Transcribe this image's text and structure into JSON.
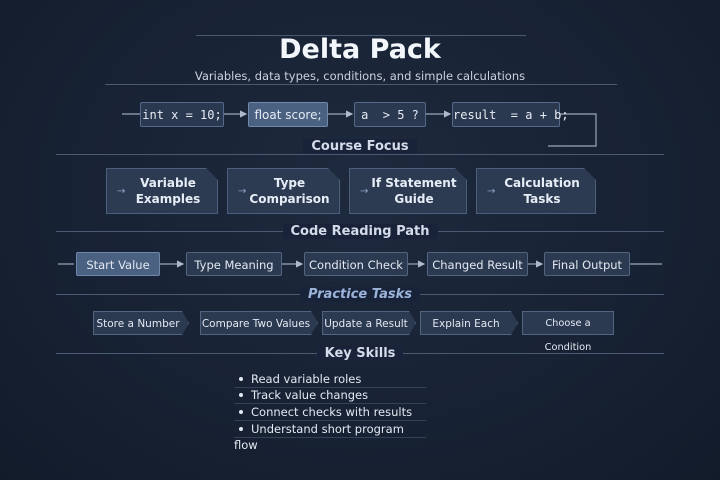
{
  "header": {
    "top_caption": "",
    "title": "Delta Pack",
    "subtitle": "Variables, data types, conditions, and simple calculations"
  },
  "code_row": [
    {
      "text": "int x = 10;",
      "active": false
    },
    {
      "text": "float score;",
      "active": true
    },
    {
      "text": "a  > 5 ?",
      "active": false
    },
    {
      "text": "result  = a + b;",
      "active": false
    }
  ],
  "sections": {
    "course_focus": "Course Focus",
    "code_reading_path": "Code Reading Path",
    "practice_tasks": "Practice Tasks",
    "key_skills": "Key Skills"
  },
  "focus_cards": [
    {
      "label": "Variable Examples",
      "line1": "Variable",
      "line2": "Examples"
    },
    {
      "label": "Type Comparison",
      "line1": "Type",
      "line2": "Comparison"
    },
    {
      "label": "If Statement Guide",
      "line1": "If Statement",
      "line2": "Guide"
    },
    {
      "label": "Calculation Tasks",
      "line1": "Calculation",
      "line2": "Tasks"
    }
  ],
  "reading_path": [
    "Start Value",
    "Type Meaning",
    "Condition Check",
    "Changed Result",
    "Final Output"
  ],
  "practice_tasks": [
    "Store a Number",
    "Compare Two Values",
    "Update a Result",
    "Explain Each Line",
    "Choose a Condition"
  ],
  "key_skills": [
    "Read variable roles",
    "Track value changes",
    "Connect checks with results",
    "Understand short program flow"
  ],
  "colors": {
    "background": "#172234",
    "box": "#2c3a51",
    "active_box": "#4a6182",
    "border": "#52647f",
    "accent_italic": "#9cb4d9"
  },
  "icons": {
    "card_arrow": "arrow-right-icon",
    "connector": "arrow-right-icon"
  }
}
